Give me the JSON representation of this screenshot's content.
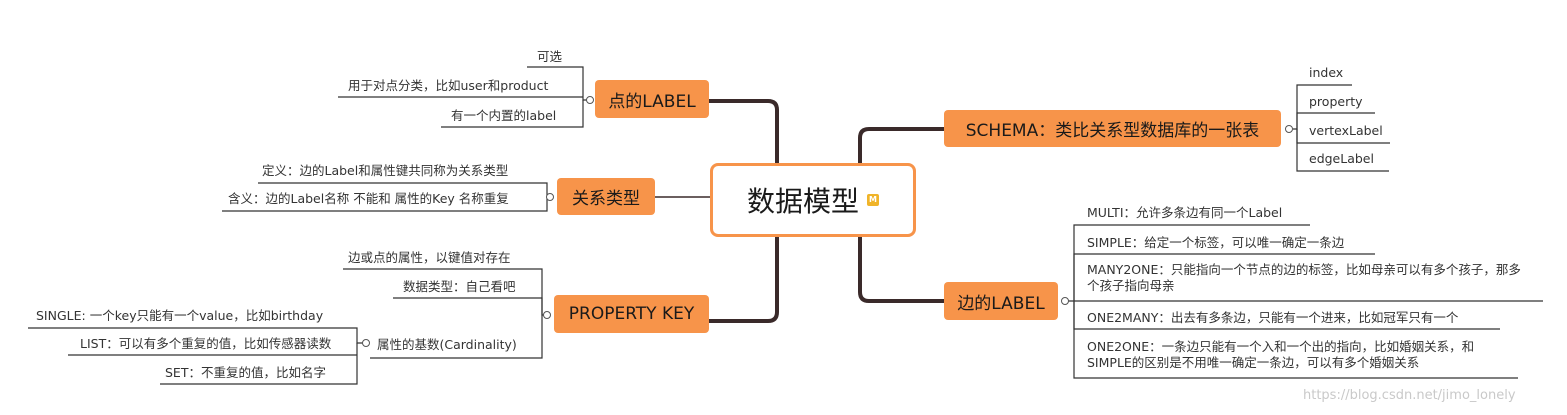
{
  "center": {
    "title": "数据模型",
    "badge": "M"
  },
  "topics": {
    "point_label": {
      "title": "点的LABEL",
      "children": [
        "可选",
        "用于对点分类，比如user和product",
        "有一个内置的label"
      ]
    },
    "relation_type": {
      "title": "关系类型",
      "children": [
        "定义：边的Label和属性键共同称为关系类型",
        "含义：边的Label名称 不能和 属性的Key 名称重复"
      ]
    },
    "property_key": {
      "title": "PROPERTY KEY",
      "children": [
        "边或点的属性，以键值对存在",
        "数据类型：自己看吧",
        "属性的基数(Cardinality)"
      ],
      "cardinality": [
        "SINGLE: 一个key只能有一个value，比如birthday",
        "LIST：可以有多个重复的值，比如传感器读数",
        "SET：不重复的值，比如名字"
      ]
    },
    "schema": {
      "title": "SCHEMA：类比关系型数据库的一张表",
      "children": [
        "index",
        "property",
        "vertexLabel",
        "edgeLabel"
      ]
    },
    "edge_label": {
      "title": "边的LABEL",
      "children": [
        "MULTI：允许多条边有同一个Label",
        "SIMPLE：给定一个标签，可以唯一确定一条边",
        "MANY2ONE：只能指向一个节点的边的标签，比如母亲可以有多个孩子，那多个孩子指向母亲",
        "ONE2MANY：出去有多条边，只能有一个进来，比如冠军只有一个",
        "ONE2ONE：一条边只能有一个入和一个出的指向，比如婚姻关系，和SIMPLE的区别是不用唯一确定一条边，可以有多个婚姻关系"
      ]
    }
  },
  "watermark": "https://blog.csdn.net/jimo_lonely",
  "colors": {
    "topic": "#f7944a",
    "line_dark": "#3a2a2a",
    "line_light": "#333333"
  }
}
